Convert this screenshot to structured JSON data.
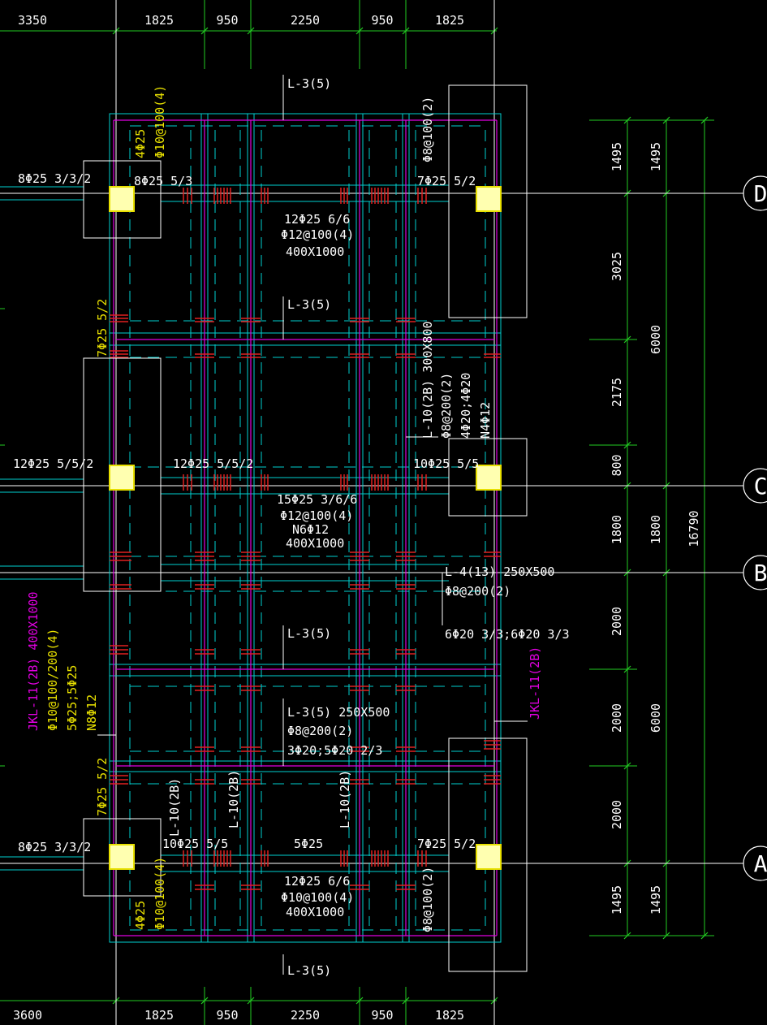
{
  "colors": {
    "background": "#000000",
    "grid_axis": "#ffffff",
    "dimension": "#22cc22",
    "beam": "#00d0d0",
    "reinforcement": "#e000e0",
    "stirrup": "#e02020",
    "text_white": "#ffffff",
    "text_yellow": "#e8e000",
    "text_magenta": "#e000e0",
    "column": "#ffffb0"
  },
  "top_dimensions": [
    "3350",
    "1825",
    "950",
    "2250",
    "950",
    "1825"
  ],
  "bottom_dimensions": [
    "3600",
    "1825",
    "950",
    "2250",
    "950",
    "1825"
  ],
  "right_dimensions_inner": [
    "1495",
    "3025",
    "2175",
    "800",
    "1800",
    "2000",
    "2000",
    "2000",
    "1495"
  ],
  "right_dimensions_middle": [
    "1495",
    "6000",
    "1800",
    "6000",
    "1495"
  ],
  "right_dimension_total": "16790",
  "axis_labels": [
    "D",
    "C",
    "B",
    "A"
  ],
  "annotations": {
    "l3_top": "L-3(5)",
    "l3_upper_mid": "L-3(5)",
    "l3_lower_mid": "L-3(5)",
    "l3_bottom": "L-3(5)",
    "l3_detail": [
      "L-3(5) 250X500",
      "Φ8@200(2)",
      "3Φ20;5Φ20 2/3"
    ],
    "d_left_outer": "8Φ25 3/3/2",
    "d_left_inner": "8Φ25 5/3",
    "d_right": "7Φ25 5/2",
    "d_top_vertical": [
      "4Φ25",
      "Φ10@100(4)"
    ],
    "d_right_vertical": "Φ8@100(2)",
    "d_beam_info": [
      "12Φ25 6/6",
      "Φ12@100(4)",
      "400X1000"
    ],
    "c_left_outer": "12Φ25 5/5/2",
    "c_left_inner": "12Φ25 5/5/2",
    "c_right": "10Φ25 5/5",
    "c_beam_info": [
      "15Φ25 3/6/6",
      "Φ12@100(4)",
      "N6Φ12",
      "400X1000"
    ],
    "l10_detail": [
      "L-10(2B) 300X800",
      "Φ8@200(2)",
      "4Φ20;4Φ20",
      "N4Φ12"
    ],
    "left_vertical_upper": "7Φ25 5/2",
    "left_vertical_lower": "7Φ25 5/2",
    "l4_detail": [
      "L-4(13) 250X500",
      "Φ8@200(2)",
      "6Φ20 3/3;6Φ20 3/3"
    ],
    "jkl11_left": [
      "JKL-11(2B) 400X1000",
      "Φ10@100/200(4)",
      "5Φ25;5Φ25",
      "N8Φ12"
    ],
    "jkl11_right": "JKL-11(2B)",
    "l10_a": "L-10(2B)",
    "l10_b": "L-10(2B)",
    "l10_c": "L-10(2B)",
    "a_left_outer": "8Φ25 3/3/2",
    "a_left_inner": "10Φ25 5/5",
    "a_mid": "5Φ25",
    "a_right": "7Φ25 5/2",
    "a_beam_info": [
      "12Φ25 6/6",
      "Φ10@100(4)",
      "400X1000"
    ],
    "a_bottom_vertical": [
      "4Φ25",
      "Φ10@100(4)"
    ],
    "a_right_vertical": "Φ8@100(2)"
  }
}
